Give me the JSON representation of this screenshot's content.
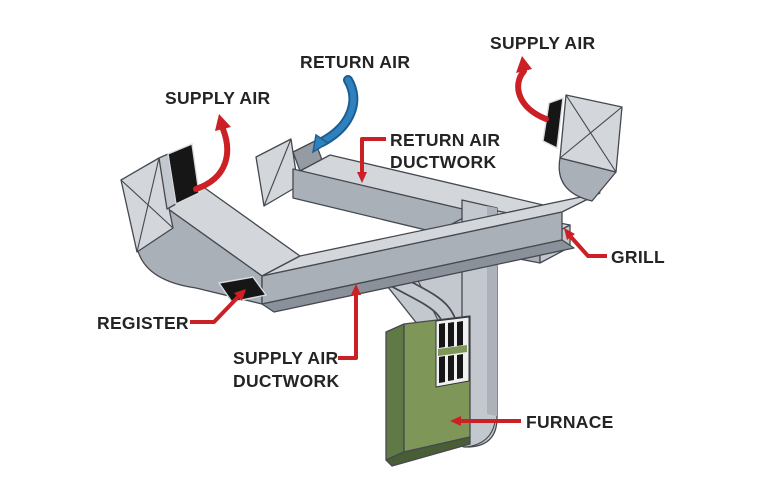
{
  "diagram": {
    "background": "#ffffff",
    "labels": {
      "supply_air_left": "SUPPLY AIR",
      "return_air": "RETURN AIR",
      "supply_air_right": "SUPPLY AIR",
      "return_air_ductwork_line1": "RETURN AIR",
      "return_air_ductwork_line2": "DUCTWORK",
      "grill": "GRILL",
      "register": "REGISTER",
      "supply_air_ductwork_line1": "SUPPLY AIR",
      "supply_air_ductwork_line2": "DUCTWORK",
      "furnace": "FURNACE"
    },
    "colors": {
      "background": "#ffffff",
      "text": "#242424",
      "pointer_red": "#cb2026",
      "arrow_blue": "#2e81bd",
      "arrow_blue_dark": "#1d5e92",
      "outline": "#45494f",
      "duct_light": "#d3d7dc",
      "duct_mid": "#aab0b8",
      "duct_dark": "#8b919a",
      "duct_face": "#c3c8ce",
      "duct_open": "#959ba3",
      "furnace_front": "#7e9758",
      "furnace_side": "#5f7a44",
      "furnace_dark": "#4a5e36",
      "register": "#161616",
      "louver_frame": "#f0f0f0"
    }
  }
}
